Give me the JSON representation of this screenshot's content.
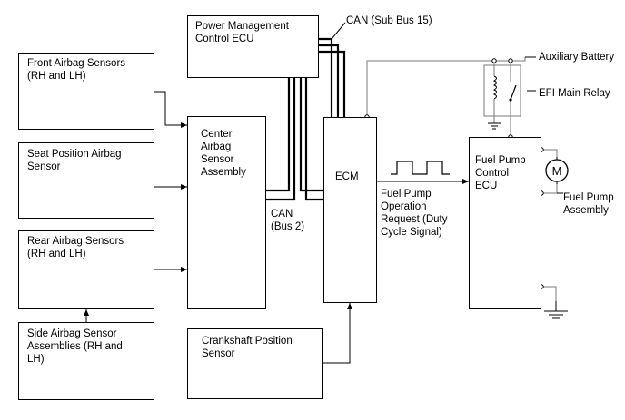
{
  "blocks": {
    "power_mgmt": "Power Management\nControl ECU",
    "front_airbag": "Front Airbag Sensors\n(RH and LH)",
    "seat_position": "Seat Position Airbag\nSensor",
    "rear_airbag": "Rear Airbag Sensors\n(RH and LH)",
    "side_airbag": "Side Airbag Sensor\nAssemblies (RH and\nLH)",
    "center_airbag": "Center\nAirbag\nSensor\nAssembly",
    "ecm": "ECM",
    "fuel_pump_ecu": "Fuel Pump\nControl\nECU",
    "crankshaft": "Crankshaft Position\nSensor"
  },
  "labels": {
    "can_sub_bus": "CAN (Sub Bus 15)",
    "can_bus2": "CAN\n(Bus 2)",
    "auxiliary_battery": "Auxiliary Battery",
    "efi_main_relay": "EFI Main Relay",
    "fuel_pump_request": "Fuel Pump\nOperation\nRequest (Duty\nCycle Signal)",
    "fuel_pump_assembly": "Fuel Pump\nAssembly",
    "motor_symbol": "M"
  },
  "colors": {
    "line": "#000000",
    "thin_line": "#808080"
  }
}
